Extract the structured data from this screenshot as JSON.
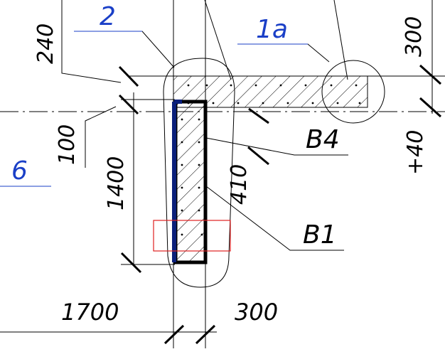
{
  "drawing": {
    "section_labels": {
      "label_2": "2",
      "label_1a": "1a",
      "label_6": "6"
    },
    "element_labels": {
      "b4": "B4",
      "b1": "B1"
    },
    "dimensions": {
      "d240": "240",
      "d300_top": "300",
      "d100": "100",
      "d1400": "1400",
      "d410": "410",
      "d_minus40": "+40",
      "d1700": "1700",
      "d300_bottom": "300"
    },
    "colors": {
      "line": "#000000",
      "label_blue": "#1a3fc7",
      "highlight_blue": "#0a1f7a",
      "selection_red": "#e02020"
    }
  }
}
